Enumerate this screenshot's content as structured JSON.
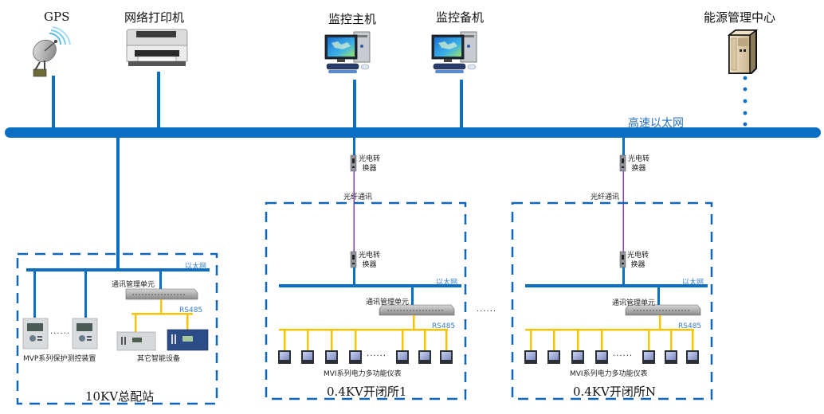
{
  "title": "能源管理系统网络拓扑图",
  "top_devices": [
    {
      "id": "gps",
      "label": "GPS",
      "icon": "satellite-dish-icon"
    },
    {
      "id": "printer",
      "label": "网络打印机",
      "icon": "printer-icon"
    },
    {
      "id": "monitor-main",
      "label": "监控主机",
      "icon": "desktop-computer-icon"
    },
    {
      "id": "monitor-backup",
      "label": "监控备机",
      "icon": "desktop-computer-icon"
    },
    {
      "id": "energy-center",
      "label": "能源管理中心",
      "icon": "server-cabinet-icon"
    }
  ],
  "backbone": {
    "label": "高速以太网",
    "color": "#0a6fc2"
  },
  "colors": {
    "ethernet": "#0a6fc2",
    "rs485": "#f5c400",
    "fiber": "#8a3fb0",
    "dashed_border": "#1266b8",
    "label_blue": "#3a7cc4"
  },
  "fiber": {
    "converter_label_line1": "光电转",
    "converter_label_line2": "换器",
    "link_label": "光纤通讯"
  },
  "stations": [
    {
      "id": "10kv",
      "title": "10KV总配站",
      "ethernet_label": "以太网",
      "rs485_label": "RS485",
      "comm_unit_label": "通讯管理单元",
      "protection_label": "MVP系列保护测控装置",
      "other_devices_label": "其它智能设备",
      "ellipsis": "······"
    },
    {
      "id": "04kv-1",
      "title": "0.4KV开闭所1",
      "ethernet_label": "以太网",
      "rs485_label": "RS485",
      "comm_unit_label": "通讯管理单元",
      "meters_label": "MVI系列电力多功能仪表",
      "ellipsis": "······"
    },
    {
      "id": "04kv-n",
      "title": "0.4KV开闭所N",
      "ethernet_label": "以太网",
      "rs485_label": "RS485",
      "comm_unit_label": "通讯管理单元",
      "meters_label": "MVI系列电力多功能仪表",
      "ellipsis": "······"
    }
  ],
  "between_stations_ellipsis": "······"
}
